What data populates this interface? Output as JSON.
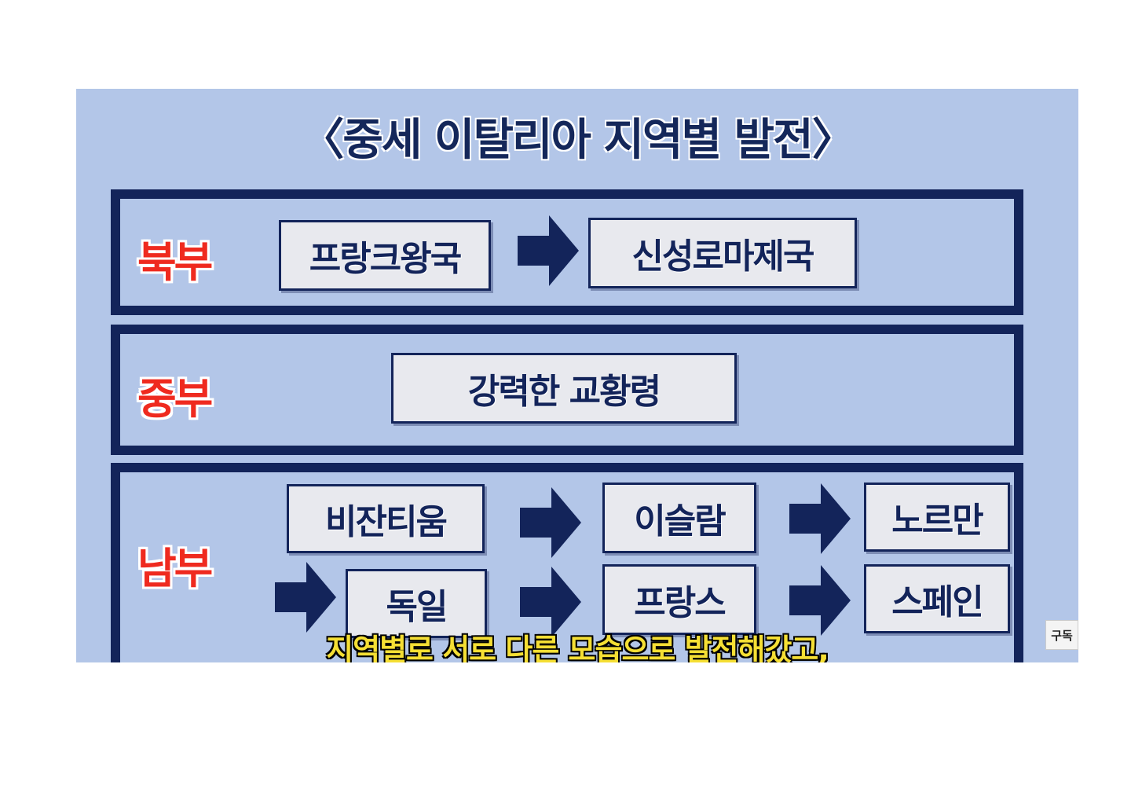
{
  "title": "〈중세 이탈리아 지역별 발전〉",
  "regions": {
    "north": "북부",
    "central": "중부",
    "south": "남부"
  },
  "north_boxes": [
    "프랑크왕국",
    "신성로마제국"
  ],
  "central_boxes": [
    "강력한 교황령"
  ],
  "south_boxes": {
    "row1": [
      "비잔티움",
      "이슬람",
      "노르만"
    ],
    "row2": [
      "독일",
      "프랑스",
      "스페인"
    ]
  },
  "subtitle": "지역별로 서로 다른 모습으로 발전해갔고,",
  "subscribe_label": "구독",
  "colors": {
    "background": "#b3c6e8",
    "navy": "#13245a",
    "region_red": "#ef2a1f",
    "box_fill": "#e8e9ee",
    "subtitle_yellow": "#f5df34"
  }
}
